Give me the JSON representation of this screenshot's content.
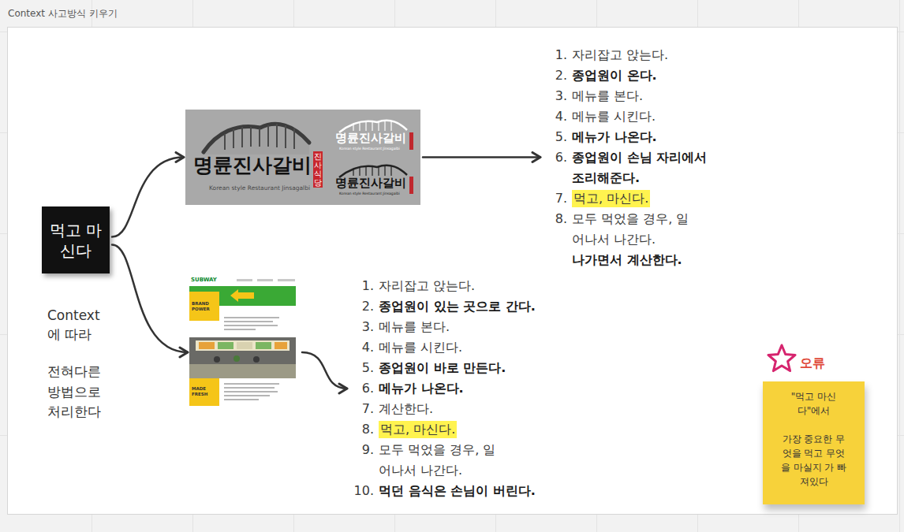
{
  "diagram": {
    "nodes": [
      {
        "text": [
          "Context 사고방식 키우기"
        ]
      },
      {
        "text": [
          "먹고 마신다"
        ],
        "in": 0
      },
      {
        "text": [
          "명륜진사갈비",
          "진사식당",
          "Korean style Restaurant Jinsagalbi",
          "명륜진사갈비",
          "Korean style Restaurant Jinsagalbi",
          "명륜진사갈비",
          "Korean style Restaurant Jinsagalbi"
        ],
        "in": 0
      },
      {
        "text": [
          "SUBWAY",
          "BRAND POWER",
          "MADE FRESH"
        ],
        "in": 0
      },
      {
        "text": [
          "1.",
          "자리잡고 앉는다.",
          "2.",
          "종업원이 온다.",
          "3.",
          "메뉴를 본다.",
          "4.",
          "메뉴를 시킨다.",
          "5.",
          "메뉴가 나온다.",
          "6.",
          "종업원이 손님 자리에서 조리해준다.",
          "7.",
          "먹고, 마신다.",
          "8.",
          "모두 먹었을 경우, 일어나서 나간다.",
          "나가면서 계산한다."
        ],
        "in": 0
      },
      {
        "text": [
          "1.",
          "자리잡고 앉는다.",
          "2.",
          "종업원이 있는 곳으로 간다.",
          "3.",
          "메뉴를 본다.",
          "4.",
          "메뉴를 시킨다.",
          "5.",
          "종업원이 바로 만든다.",
          "6.",
          "메뉴가 나온다.",
          "7.",
          "계산한다.",
          "8.",
          "먹고, 마신다.",
          "9.",
          "모두 먹었을 경우, 일어나서 나간다.",
          "10.",
          "먹던 음식은 손님이 버린다."
        ],
        "in": 0
      },
      {
        "text": [
          "오류",
          "\"먹고 마신다\"에서",
          "가장 중요한 무엇을 먹고 무엇을 마실지 가 빠져있다"
        ],
        "in": 0
      }
    ],
    "edges": [
      {
        "from": 1,
        "to": 2,
        "arrow": "to"
      },
      {
        "from": 1,
        "to": 3,
        "arrow": "to"
      },
      {
        "from": 2,
        "to": 4,
        "arrow": "to"
      },
      {
        "from": 3,
        "to": 5,
        "arrow": "to"
      }
    ],
    "labels": [
      "Context 에 따라",
      "전혀다른 방법으로 처리한다"
    ]
  }
}
